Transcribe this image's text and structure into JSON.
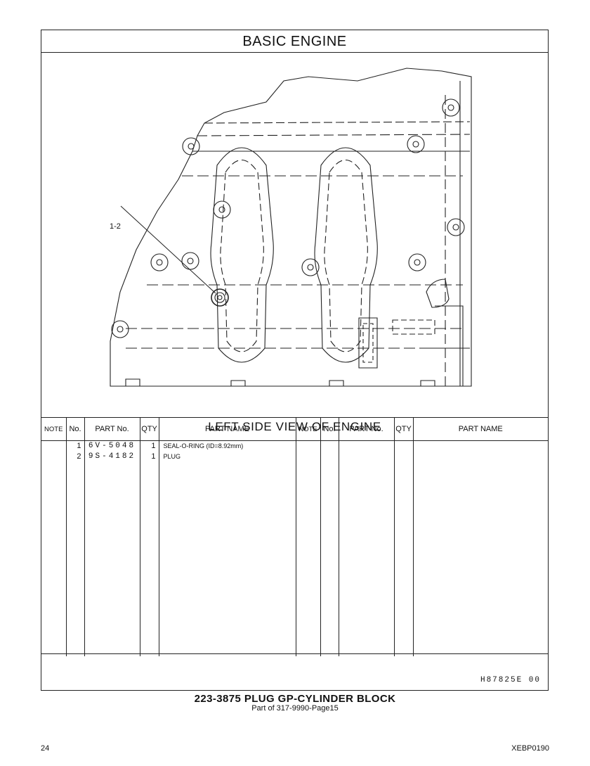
{
  "header": {
    "title": "BASIC   ENGINE"
  },
  "illustration": {
    "caption": "LEFT SIDE VIEW OF ENGINE",
    "callout": "1-2"
  },
  "table": {
    "columns": [
      "NOTE",
      "No.",
      "PART No.",
      "QTY",
      "PART NAME",
      "NOTE",
      "No.",
      "PART No.",
      "QTY",
      "PART NAME"
    ],
    "rows": [
      {
        "no": "1",
        "part_no": "6V-5048",
        "qty": "1",
        "name": "SEAL-O-RING (ID=8.92mm)"
      },
      {
        "no": "2",
        "part_no": "9S-4182",
        "qty": "1",
        "name": "PLUG"
      }
    ]
  },
  "ref_code": "H87825E  00",
  "caption": {
    "main": "223-3875  PLUG GP-CYLINDER BLOCK",
    "sub": "Part of 317-9990-Page15"
  },
  "page": {
    "number": "24",
    "doc_id": "XEBP0190"
  }
}
